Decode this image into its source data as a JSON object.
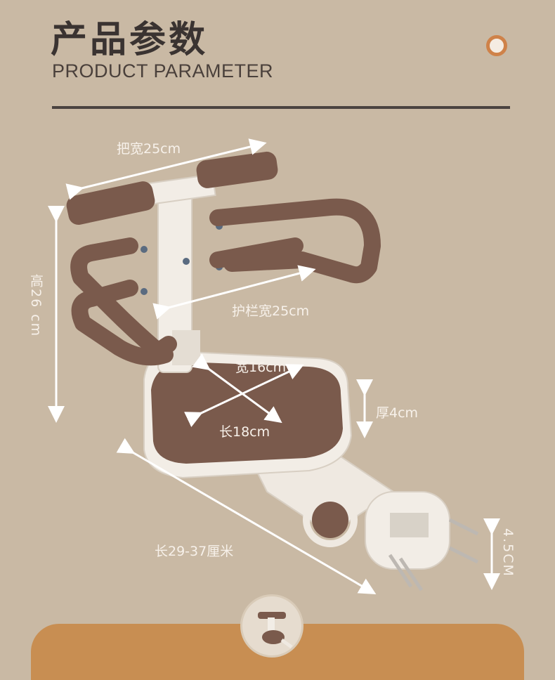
{
  "header": {
    "title_cn": "产品参数",
    "title_en": "PRODUCT PARAMETER"
  },
  "dimensions": {
    "handle_width": "把宽25cm",
    "height": "高26 cm",
    "guardrail_width": "护栏宽25cm",
    "seat_width": "宽16cm",
    "seat_length": "长18cm",
    "seat_thickness": "厚4cm",
    "total_length": "长29-37厘米",
    "clamp_size": "4.5CM"
  },
  "colors": {
    "background": "#c9b9a4",
    "accent": "#c88e52",
    "product_brown": "#7a5a4c",
    "frame_white": "#f2ede6"
  }
}
